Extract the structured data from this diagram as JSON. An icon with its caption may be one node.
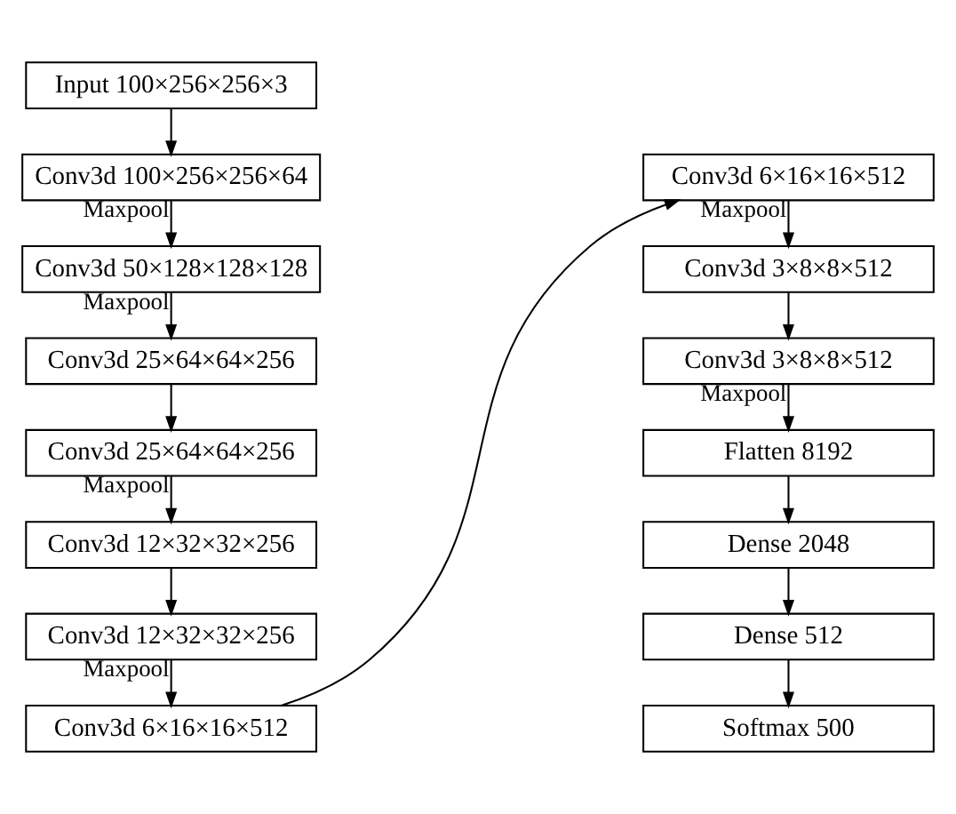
{
  "diagram": {
    "nodes": [
      {
        "text": [
          "Input 100×256×256×3"
        ]
      },
      {
        "text": [
          "Conv3d 100×256×256×64"
        ]
      },
      {
        "text": [
          "Conv3d 50×128×128×128"
        ]
      },
      {
        "text": [
          "Conv3d 25×64×64×256"
        ]
      },
      {
        "text": [
          "Conv3d 25×64×64×256"
        ]
      },
      {
        "text": [
          "Conv3d 12×32×32×256"
        ]
      },
      {
        "text": [
          "Conv3d 12×32×32×256"
        ]
      },
      {
        "text": [
          "Conv3d 6×16×16×512"
        ]
      },
      {
        "text": [
          "Conv3d 6×16×16×512"
        ]
      },
      {
        "text": [
          "Conv3d 3×8×8×512"
        ]
      },
      {
        "text": [
          "Conv3d 3×8×8×512"
        ]
      },
      {
        "text": [
          "Flatten 8192"
        ]
      },
      {
        "text": [
          "Dense 2048"
        ]
      },
      {
        "text": [
          "Dense 512"
        ]
      },
      {
        "text": [
          "Softmax 500"
        ]
      }
    ],
    "edges": [
      {
        "from": 0,
        "to": 1,
        "arrow": "to"
      },
      {
        "from": 1,
        "to": 2,
        "arrow": "to",
        "label": "Maxpool"
      },
      {
        "from": 2,
        "to": 3,
        "arrow": "to",
        "label": "Maxpool"
      },
      {
        "from": 3,
        "to": 4,
        "arrow": "to"
      },
      {
        "from": 4,
        "to": 5,
        "arrow": "to",
        "label": "Maxpool"
      },
      {
        "from": 5,
        "to": 6,
        "arrow": "to"
      },
      {
        "from": 6,
        "to": 7,
        "arrow": "to",
        "label": "Maxpool"
      },
      {
        "from": 7,
        "to": 8,
        "arrow": "to"
      },
      {
        "from": 8,
        "to": 9,
        "arrow": "to",
        "label": "Maxpool"
      },
      {
        "from": 9,
        "to": 10,
        "arrow": "to"
      },
      {
        "from": 10,
        "to": 11,
        "arrow": "to",
        "label": "Maxpool"
      },
      {
        "from": 11,
        "to": 12,
        "arrow": "to"
      },
      {
        "from": 12,
        "to": 13,
        "arrow": "to"
      },
      {
        "from": 13,
        "to": 14,
        "arrow": "to"
      }
    ]
  }
}
